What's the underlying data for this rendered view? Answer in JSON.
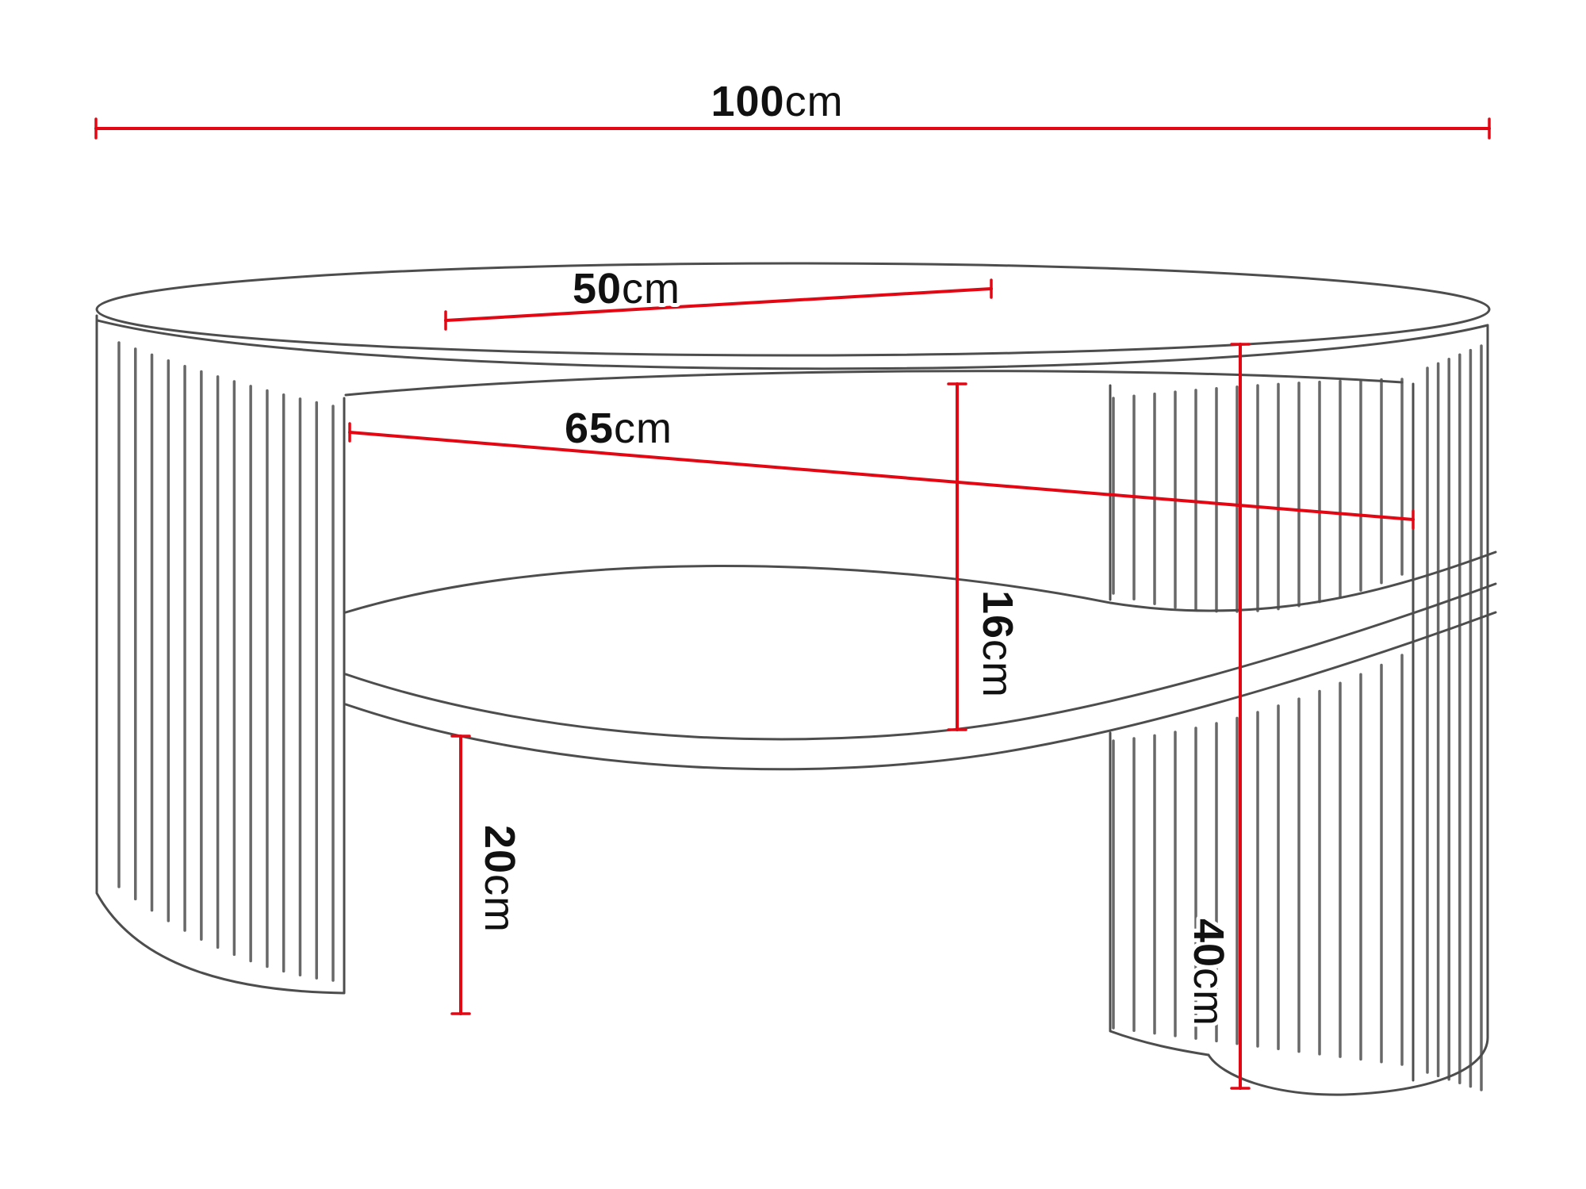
{
  "page": {
    "background": "#ffffff"
  },
  "colors": {
    "dimension_line": "#e30613",
    "drawing_line": "#4d4d4d",
    "label_text": "#111111"
  },
  "drawing": {
    "subject": "Oval coffee table with fluted curved side panels and lower shelf"
  },
  "dims": {
    "total_width": {
      "value": "100",
      "unit": "cm"
    },
    "top_depth": {
      "value": "50",
      "unit": "cm"
    },
    "inner_width": {
      "value": "65",
      "unit": "cm"
    },
    "shelf_gap": {
      "value": "16",
      "unit": "cm"
    },
    "under_shelf_clearance": {
      "value": "20",
      "unit": "cm"
    },
    "total_height": {
      "value": "40",
      "unit": "cm"
    }
  }
}
